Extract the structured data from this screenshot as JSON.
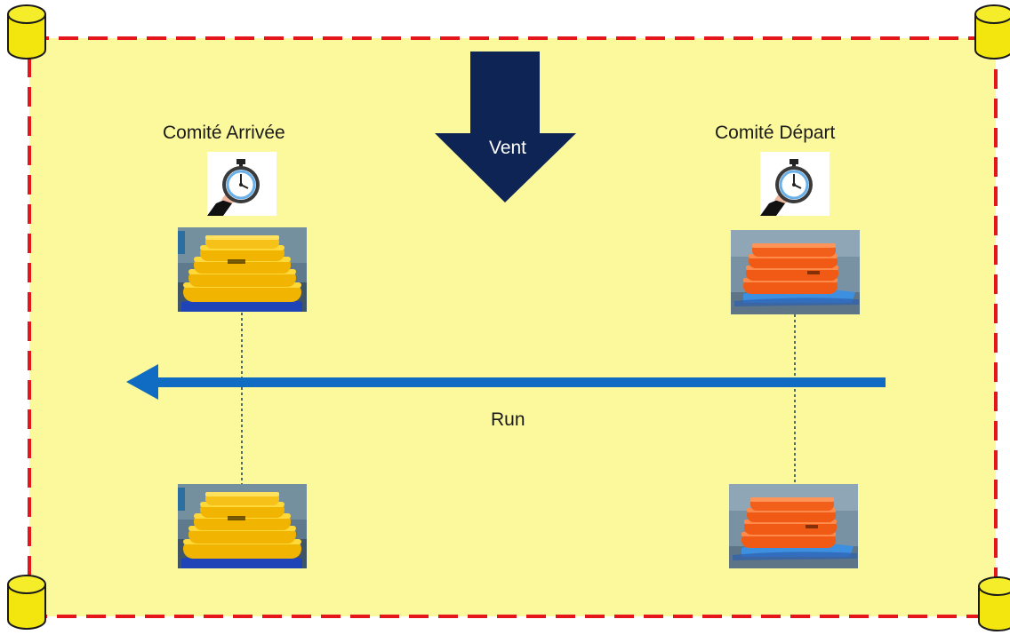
{
  "labels": {
    "finish_committee": "Comité Arrivée",
    "start_committee": "Comité Départ",
    "wind": "Vent",
    "run": "Run"
  },
  "icons": {
    "timer": "stopwatch-in-hand-icon",
    "corner_marker": "yellow-cylinder-buoy-icon"
  },
  "colors": {
    "zone_fill": "#fcf99d",
    "zone_border": "#e4161b",
    "wind_arrow": "#0d2455",
    "run_arrow": "#0f6cc2",
    "finish_buoy": "#fbc71b",
    "start_buoy": "#f26824",
    "corner_marker": "#f2e60e"
  }
}
